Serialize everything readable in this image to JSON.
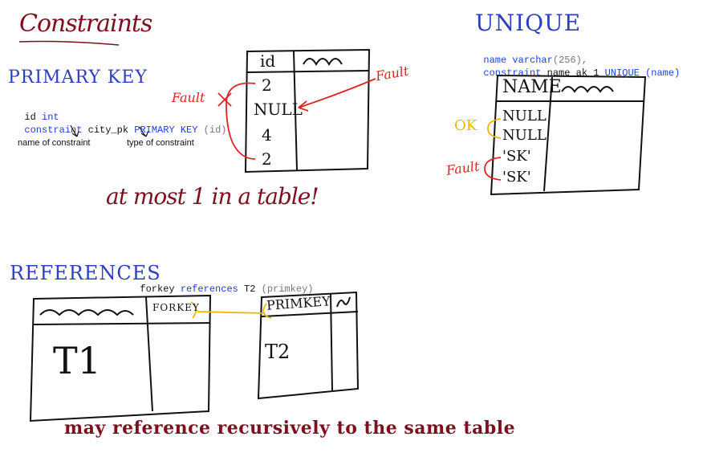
{
  "title": "Constraints",
  "primary_key": {
    "heading": "PRIMARY KEY",
    "code_line1_a": "id",
    "code_line1_b": "int",
    "code_line2_a": "constraint",
    "code_line2_b": "city_pk",
    "code_line2_c": "PRIMARY KEY",
    "code_line2_d": "(id)",
    "note_name": "name of constraint",
    "note_type": "type of constraint",
    "table_header": "id",
    "rows": [
      "2",
      "NULL",
      "4",
      "2"
    ],
    "fault_left": "Fault",
    "fault_right": "Fault",
    "note_bottom": "at most 1 in a table!"
  },
  "unique": {
    "heading": "UNIQUE",
    "code_line1_a": "name",
    "code_line1_b": "varchar",
    "code_line1_c": "(256),",
    "code_line2_a": "constraint",
    "code_line2_b": "name_ak_1",
    "code_line2_c": "UNIQUE",
    "code_line2_d": "(name)",
    "table_header": "NAME",
    "rows": [
      "NULL",
      "NULL",
      "'SK'",
      "'SK'"
    ],
    "ok_label": "OK",
    "fault_label": "Fault"
  },
  "references": {
    "heading": "REFERENCES",
    "code_a": "forkey",
    "code_b": "references",
    "code_c": "T2",
    "code_d": "(primkey)",
    "t1_header": "FORKEY",
    "t1_name": "T1",
    "t2_header": "PRIMKEY",
    "t2_name": "T2",
    "note_bottom": "may reference recursively to the same table"
  },
  "colors": {
    "title": "#7d0f1f",
    "heading": "#2d3fc0",
    "fault": "#e02424",
    "ok": "#f3b600",
    "link": "#f3b600",
    "keyword": "#1f3fd6"
  }
}
